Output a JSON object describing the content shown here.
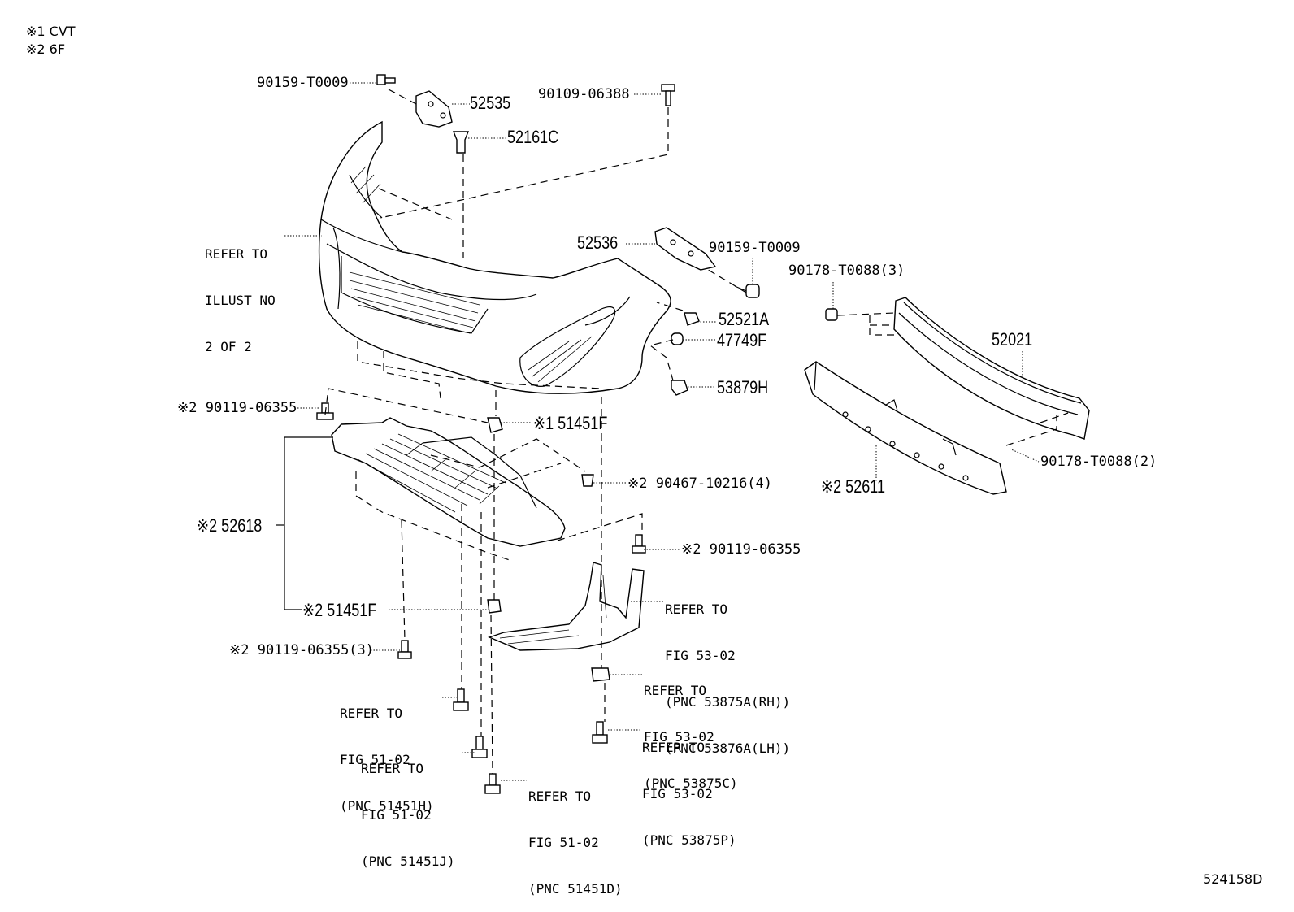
{
  "notes": [
    "※1 CVT",
    "※2 6F"
  ],
  "figure_code": "524158D",
  "parts": {
    "p90159_top": "90159-T0009",
    "p52535": "52535",
    "p90109": "90109-06388",
    "p52161C": "52161C",
    "p52536": "52536",
    "p90159_mid": "90159-T0009",
    "p90178_3": "90178-T0088(3)",
    "p52521A": "52521A",
    "p47749F": "47749F",
    "p53879H": "53879H",
    "p52021": "52021",
    "p90178_2": "90178-T0088(2)",
    "p52611": "※2 52611",
    "p90119_a": "※2 90119-06355",
    "p51451F_a": "※1 51451F",
    "p90467": "※2 90467-10216(4)",
    "p52618": "※2 52618",
    "p90119_b": "※2 90119-06355",
    "p51451F_b": "※2 51451F",
    "p90119_c": "※2 90119-06355(3)"
  },
  "refs": {
    "illust": [
      "REFER TO",
      "ILLUST NO",
      "2 OF 2"
    ],
    "fig5302_a": [
      "REFER TO",
      "FIG 53-02",
      "(PNC 53875A(RH))",
      "(PNC 53876A(LH))"
    ],
    "fig5302_b": [
      "REFER TO",
      "FIG 53-02",
      "(PNC 53875C)"
    ],
    "fig5302_c": [
      "REFER TO",
      "FIG 53-02",
      "(PNC 53875P)"
    ],
    "fig5102_h": [
      "REFER TO",
      "FIG 51-02",
      "(PNC 51451H)"
    ],
    "fig5102_j": [
      "REFER TO",
      "FIG 51-02",
      "(PNC 51451J)"
    ],
    "fig5102_d": [
      "REFER TO",
      "FIG 51-02",
      "(PNC 51451D)"
    ]
  }
}
